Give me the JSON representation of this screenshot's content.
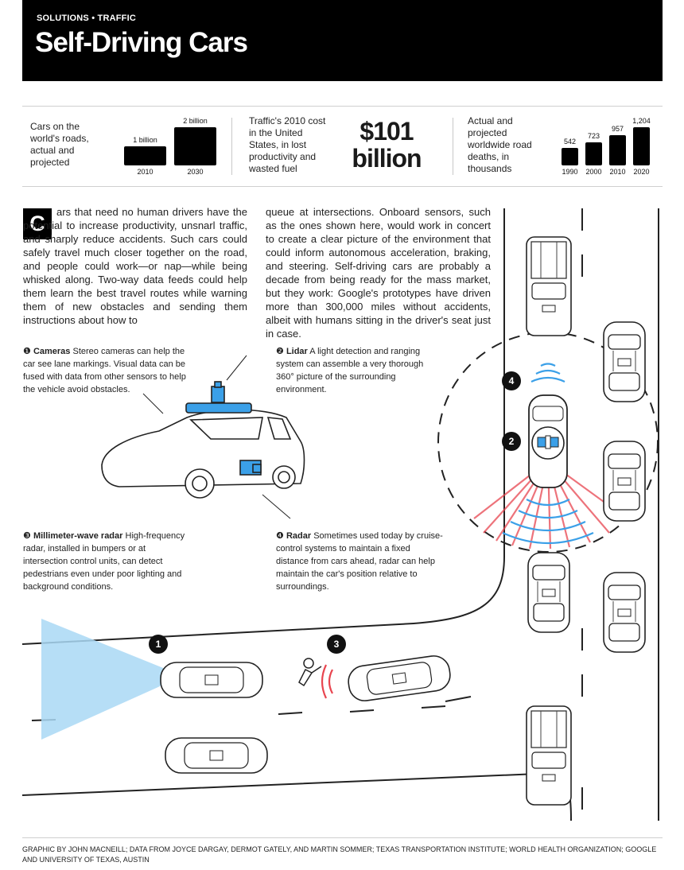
{
  "header": {
    "kicker": "SOLUTIONS • TRAFFIC",
    "title": "Self-Driving Cars"
  },
  "stats": {
    "cars": {
      "label": "Cars on the world's roads, actual and projected",
      "bars": [
        {
          "year": "2010",
          "value_label": "1 billion",
          "value": 1
        },
        {
          "year": "2030",
          "value_label": "2 billion",
          "value": 2
        }
      ]
    },
    "cost": {
      "label": "Traffic's 2010 cost in the United States, in lost productivity and wasted fuel",
      "figure_line1": "$101",
      "figure_line2": "billion"
    },
    "deaths": {
      "label": "Actual and projected worldwide road deaths, in thousands",
      "bars": [
        {
          "year": "1990",
          "value_label": "542",
          "value": 542
        },
        {
          "year": "2000",
          "value_label": "723",
          "value": 723
        },
        {
          "year": "2010",
          "value_label": "957",
          "value": 957
        },
        {
          "year": "2020",
          "value_label": "1,204",
          "value": 1204
        }
      ]
    }
  },
  "article": {
    "drop_cap": "C",
    "col1": "ars that need no human drivers have the potential to increase productivity, unsnarl traffic, and sharply reduce accidents. Such cars could safely travel much closer together on the road, and people could work—or nap—while being whisked along. Two-way data feeds could help them learn the best travel routes while warning them of new obstacles and sending them instructions about how to",
    "col2": "queue at intersections. Onboard sensors, such as the ones shown here, would work in concert to create a clear picture of the environment that could inform autonomous acceleration, braking, and steering. Self-driving cars are probably a decade from being ready for the mass market, but they work: Google's prototypes have driven more than 300,000 miles without accidents, albeit with humans sitting in the driver's seat just in case."
  },
  "captions": [
    {
      "num": "1",
      "title": "Cameras",
      "text": "Stereo cameras can help the car see lane markings. Visual data can be fused with data from other sensors to help the vehicle avoid obstacles."
    },
    {
      "num": "2",
      "title": "Lidar",
      "text": "A light detection and ranging system can assemble a very thorough 360° picture of the surrounding environment."
    },
    {
      "num": "3",
      "title": "Millimeter-wave radar",
      "text": "High-frequency radar, installed in bumpers or at intersection control units, can detect pedestrians even under poor lighting and background conditions."
    },
    {
      "num": "4",
      "title": "Radar",
      "text": "Sometimes used today by cruise-control systems to maintain a fixed distance from cars ahead, radar can help maintain the car's position relative to surroundings."
    }
  ],
  "markers": [
    "1",
    "2",
    "3",
    "4"
  ],
  "footer": "GRAPHIC BY JOHN MACNEILL; DATA FROM JOYCE DARGAY, DERMOT GATELY, AND MARTIN SOMMER; TEXAS TRANSPORTATION INSTITUTE; WORLD HEALTH ORGANIZATION; GOOGLE AND UNIVERSITY OF TEXAS, AUSTIN",
  "colors": {
    "accent_red": "#e8454f",
    "radar_blue": "#3ba0e8",
    "camera_blue": "#a9d8f5"
  }
}
